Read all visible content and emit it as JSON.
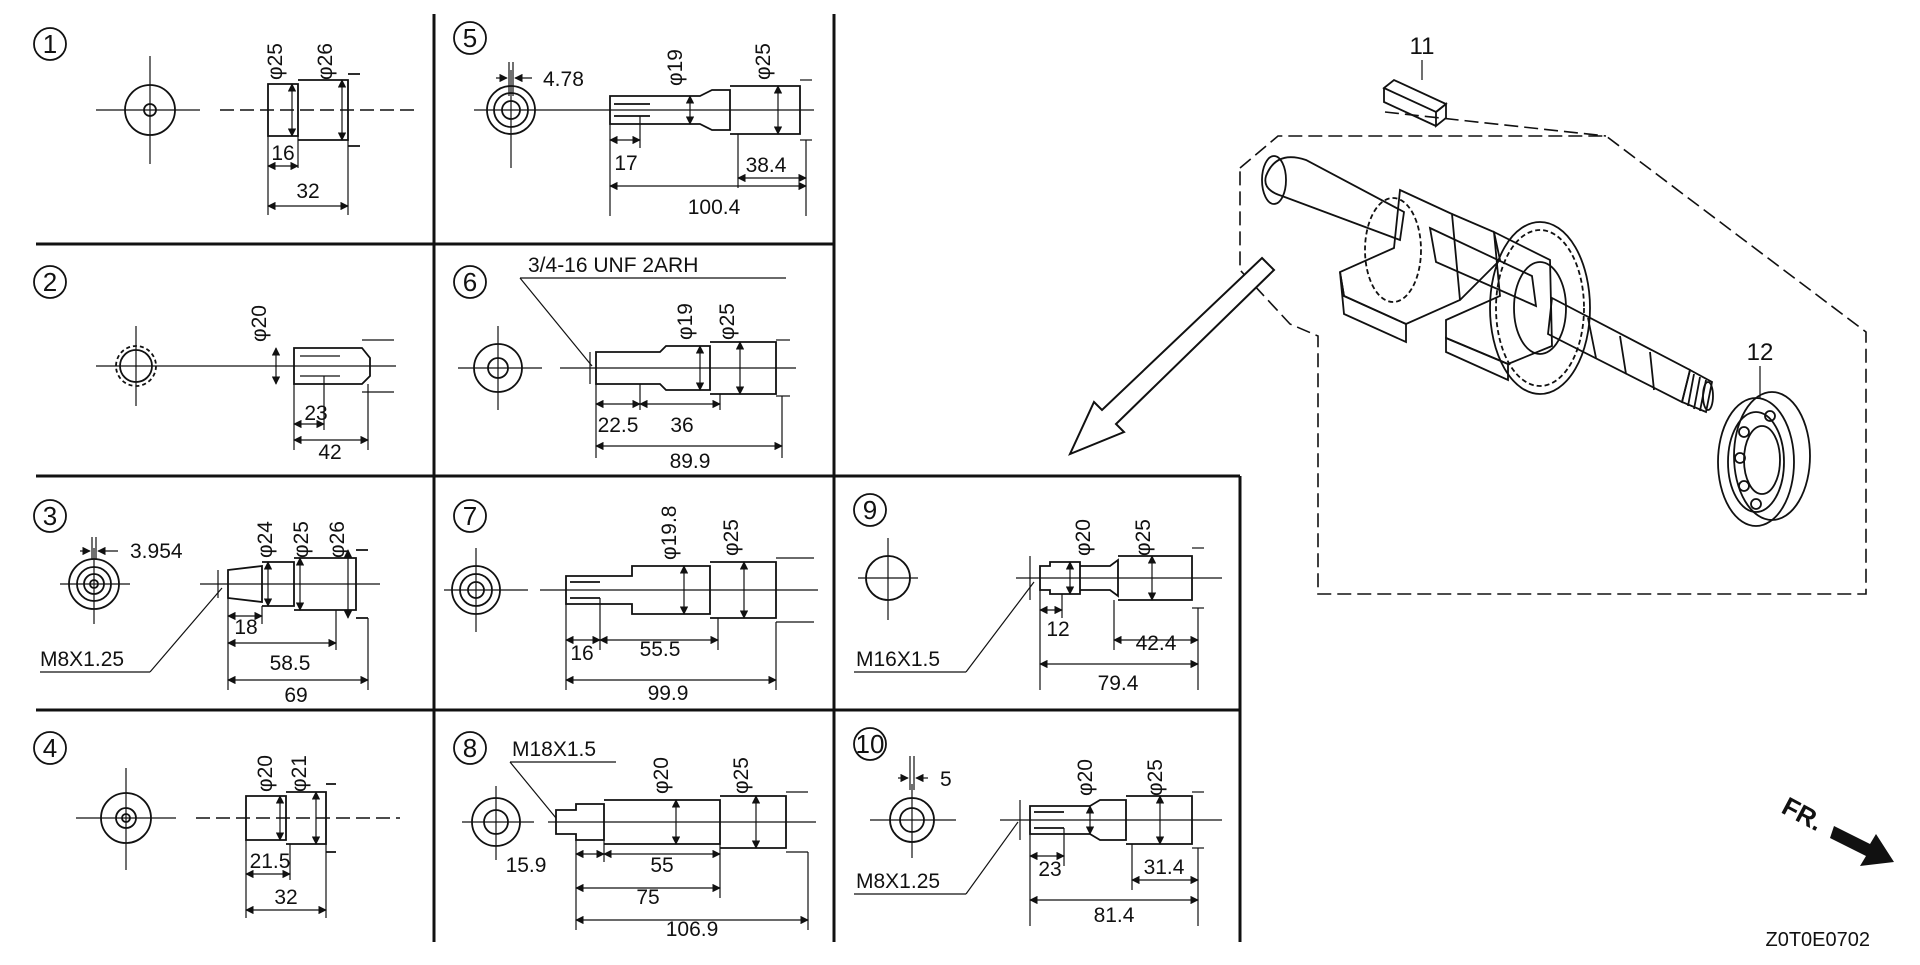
{
  "code": "Z0T0E0702",
  "fr_label": "FR.",
  "parts": [
    "11",
    "12"
  ],
  "types": [
    {
      "num": "1",
      "labels": [
        "φ25",
        "φ26",
        "16",
        "32"
      ]
    },
    {
      "num": "2",
      "labels": [
        "φ20",
        "23",
        "42"
      ]
    },
    {
      "num": "3",
      "labels": [
        "3.954",
        "φ24",
        "φ25",
        "φ26",
        "18",
        "58.5",
        "69",
        "M8X1.25"
      ]
    },
    {
      "num": "4",
      "labels": [
        "φ20",
        "φ21",
        "21.5",
        "32"
      ]
    },
    {
      "num": "5",
      "labels": [
        "4.78",
        "φ19",
        "φ25",
        "17",
        "38.4",
        "100.4"
      ]
    },
    {
      "num": "6",
      "labels": [
        "3/4-16 UNF 2ARH",
        "φ19",
        "φ25",
        "22.5",
        "36",
        "89.9"
      ]
    },
    {
      "num": "7",
      "labels": [
        "φ19.8",
        "φ25",
        "16",
        "55.5",
        "99.9"
      ]
    },
    {
      "num": "8",
      "labels": [
        "M18X1.5",
        "φ20",
        "φ25",
        "15.9",
        "55",
        "75",
        "106.9"
      ]
    },
    {
      "num": "9",
      "labels": [
        "φ20",
        "φ25",
        "12",
        "42.4",
        "79.4",
        "M16X1.5"
      ]
    },
    {
      "num": "10",
      "labels": [
        "5",
        "φ20",
        "φ25",
        "23",
        "31.4",
        "81.4",
        "M8X1.25"
      ]
    }
  ]
}
